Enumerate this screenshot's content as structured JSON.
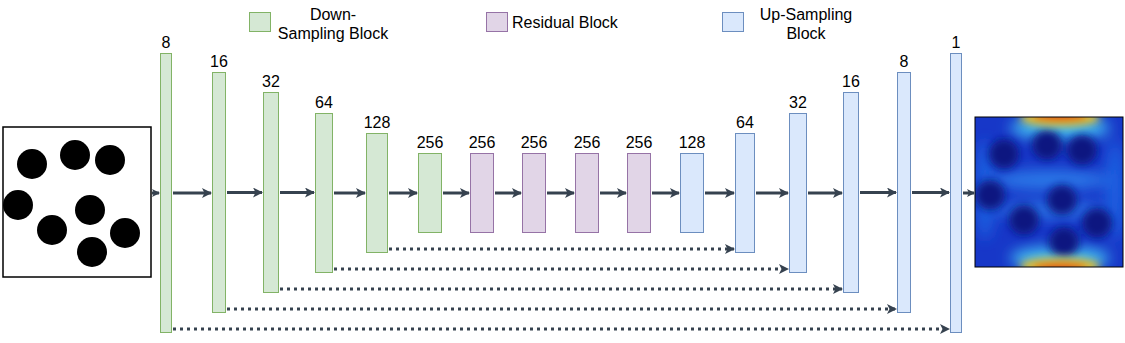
{
  "diagram": {
    "nodes": [
      {
        "text": [
          "8"
        ]
      },
      {
        "text": [
          "16"
        ]
      },
      {
        "text": [
          "32"
        ]
      },
      {
        "text": [
          "64"
        ]
      },
      {
        "text": [
          "128"
        ]
      },
      {
        "text": [
          "256"
        ]
      },
      {
        "text": [
          "256"
        ]
      },
      {
        "text": [
          "256"
        ]
      },
      {
        "text": [
          "256"
        ]
      },
      {
        "text": [
          "256"
        ]
      },
      {
        "text": [
          "128"
        ]
      },
      {
        "text": [
          "64"
        ]
      },
      {
        "text": [
          "32"
        ]
      },
      {
        "text": [
          "16"
        ]
      },
      {
        "text": [
          "8"
        ]
      },
      {
        "text": [
          "1"
        ]
      }
    ],
    "edges": [
      {
        "from": 0,
        "to": 1,
        "arrow": "to"
      },
      {
        "from": 1,
        "to": 2,
        "arrow": "to"
      },
      {
        "from": 2,
        "to": 3,
        "arrow": "to"
      },
      {
        "from": 3,
        "to": 4,
        "arrow": "to"
      },
      {
        "from": 4,
        "to": 5,
        "arrow": "to"
      },
      {
        "from": 5,
        "to": 6,
        "arrow": "to"
      },
      {
        "from": 6,
        "to": 7,
        "arrow": "to"
      },
      {
        "from": 7,
        "to": 8,
        "arrow": "to"
      },
      {
        "from": 8,
        "to": 9,
        "arrow": "to"
      },
      {
        "from": 9,
        "to": 10,
        "arrow": "to"
      },
      {
        "from": 10,
        "to": 11,
        "arrow": "to"
      },
      {
        "from": 11,
        "to": 12,
        "arrow": "to"
      },
      {
        "from": 12,
        "to": 13,
        "arrow": "to"
      },
      {
        "from": 13,
        "to": 14,
        "arrow": "to"
      },
      {
        "from": 14,
        "to": 15,
        "arrow": "to"
      },
      {
        "from": 4,
        "to": 11,
        "arrow": "to"
      },
      {
        "from": 3,
        "to": 12,
        "arrow": "to"
      },
      {
        "from": 2,
        "to": 13,
        "arrow": "to"
      },
      {
        "from": 1,
        "to": 14,
        "arrow": "to"
      },
      {
        "from": 0,
        "to": 15,
        "arrow": "to"
      }
    ],
    "legend": [
      {
        "text": "Down-Sampling Block",
        "color": "#d5e8d4"
      },
      {
        "text": "Residual Block",
        "color": "#e1d5e7"
      },
      {
        "text": "Up-Sampling Block",
        "color": "#dae8fc"
      }
    ]
  }
}
